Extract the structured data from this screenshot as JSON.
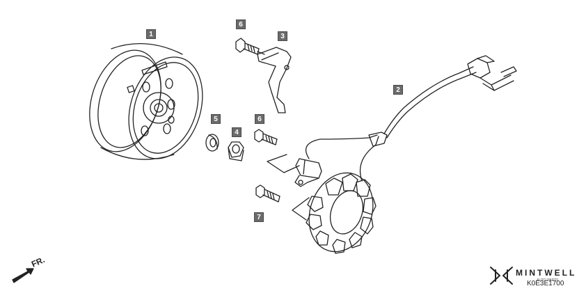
{
  "callouts": {
    "c1": "1",
    "c2": "2",
    "c3": "3",
    "c4": "4",
    "c5": "5",
    "c6a": "6",
    "c6b": "6",
    "c7": "7"
  },
  "direction_label": "FR.",
  "brand": {
    "name": "MINTWELL",
    "tagline": "AUTO PARTS"
  },
  "diagram_code": "K0E3E1700",
  "colors": {
    "line": "#222222",
    "callout_bg": "#6b6b6b",
    "background": "#ffffff"
  }
}
